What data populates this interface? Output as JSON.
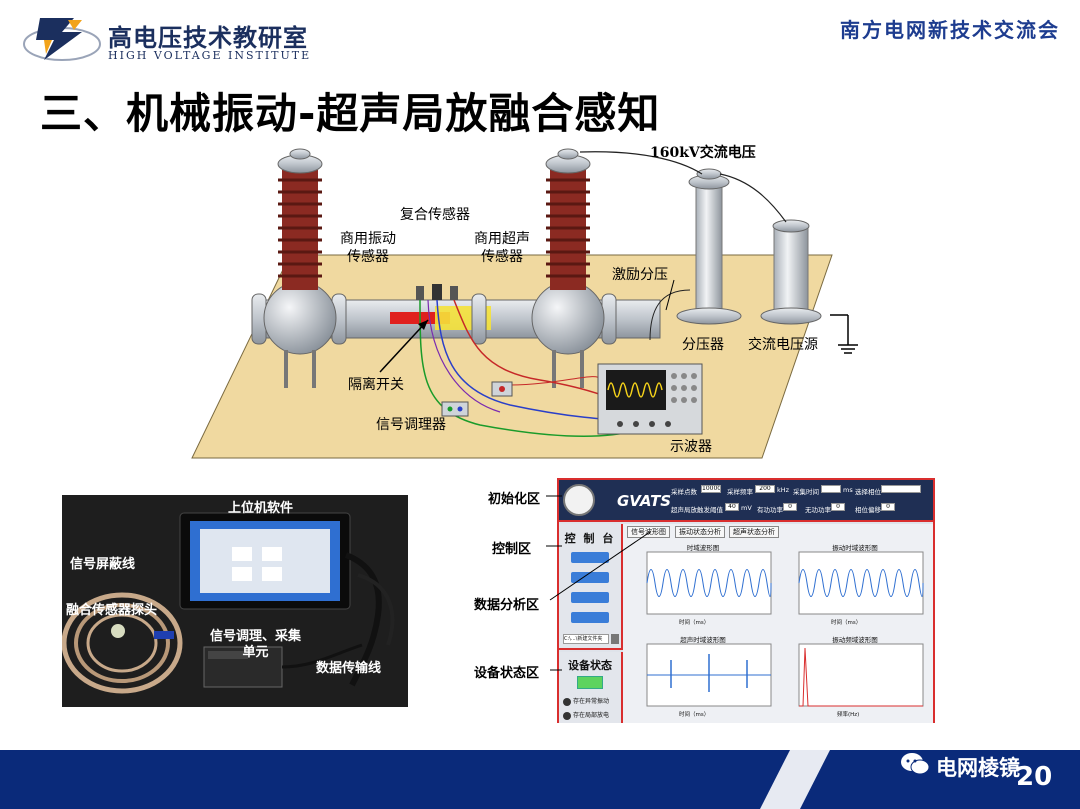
{
  "header": {
    "logo_cn": "高电压技术教研室",
    "logo_en": "HIGH VOLTAGE INSTITUTE",
    "conference": "南方电网新技术交流会"
  },
  "slide_title": "三、机械振动-超声局放融合感知",
  "diagram": {
    "voltage_label": "160kV交流电压",
    "composite_sensor": "复合传感器",
    "vibration_sensor": [
      "商用振动",
      "传感器"
    ],
    "ultrasonic_sensor": [
      "商用超声",
      "传感器"
    ],
    "excitation_divider": "激励分压",
    "isolating_switch": "隔离开关",
    "signal_conditioner": "信号调理器",
    "oscilloscope": "示波器",
    "voltage_divider": "分压器",
    "ac_source": "交流电压源"
  },
  "photo": {
    "host_software": "上位机软件",
    "shield_cable": "信号屏蔽线",
    "probe": "融合传感器探头",
    "daq_unit": [
      "信号调理、采集",
      "单元"
    ],
    "data_cable": "数据传输线"
  },
  "software": {
    "side_labels": {
      "init": "初始化区",
      "control": "控制区",
      "analysis": "数据分析区",
      "status": "设备状态区"
    },
    "app_title": "GVATS",
    "fields": {
      "sample_points_label": "采样点数",
      "sample_points_value": "10000",
      "sample_rate_label": "采样频率",
      "sample_rate_value": "200",
      "sample_rate_unit": "kHz",
      "sample_time_label": "采集时间",
      "sample_time_unit": "ms",
      "phase_label": "选择相位",
      "threshold_label": "超声局放触发阈值",
      "threshold_value": "40",
      "threshold_unit": "mV",
      "active_power_label": "有功功率",
      "active_power_value": "0",
      "reactive_power_label": "无功功率",
      "reactive_power_value": "0",
      "phase_offset_label": "相位偏移",
      "phase_offset_value": "0"
    },
    "control_title": "控 制 台",
    "path_text": "C:\\...\\新建文件夹",
    "tabs": [
      "信号波形图",
      "振动状态分析",
      "超声状态分析"
    ],
    "plots": [
      "时域波形图",
      "振动时域波形图",
      "超声时域波形图",
      "振动频域波形图"
    ],
    "plot_xlabels": [
      "时间（ms）",
      "时间（ms）",
      "时间（ms）",
      "频率(Hz)"
    ],
    "status_title": "设备状态",
    "indicators": [
      "存在异常振动",
      "存在局部放电"
    ]
  },
  "footer": {
    "wechat_name": "电网棱镜",
    "page_number": "20"
  },
  "colors": {
    "navy": "#1b2f5e",
    "footer_blue": "#0a2a7a",
    "panel_red": "#d92e2e",
    "insulator_red": "#8b2a22",
    "platform": "#f0d9a0"
  }
}
